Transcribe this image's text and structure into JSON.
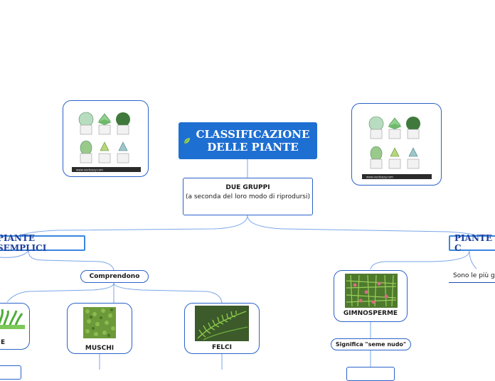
{
  "main_topic": {
    "title": "CLASSIFICAZIONE\nDELLE PIANTE"
  },
  "two_groups": {
    "title": "DUE GRUPPI",
    "subtitle": "(a seconda del loro modo di riprodursi)"
  },
  "branches": {
    "left": "PIANTE SEMPLICI",
    "right": "PIANTE C"
  },
  "labels": {
    "comprendono": "Comprendono",
    "sono_le_piu": "Sono le più g",
    "significa": "Significa \"seme nudo\""
  },
  "cards": {
    "alghe_fragment": "E",
    "muschi": "MUSCHI",
    "felci": "FELCI",
    "gimnosperme": "GIMNOSPERME"
  },
  "images": {
    "left_photo_credit": "www.vecteezy.com",
    "right_photo_credit": "www.vecteezy.com"
  },
  "colors": {
    "primary_blue": "#1e6fd2",
    "connector": "#7aa6e8",
    "branch_border": "#3a86e0"
  }
}
